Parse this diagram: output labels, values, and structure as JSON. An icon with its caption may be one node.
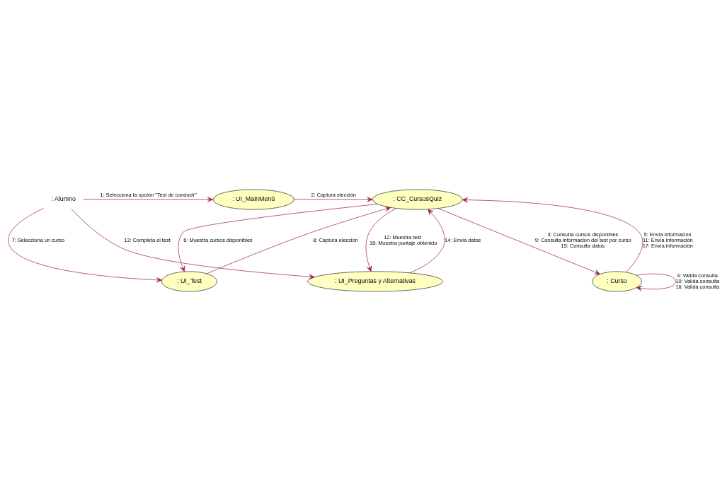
{
  "diagram": {
    "nodes": [
      {
        "text": [
          ": Alumno"
        ]
      },
      {
        "text": [
          ": UI_MainMenú"
        ]
      },
      {
        "text": [
          ": CC_CursosQuiz"
        ]
      },
      {
        "text": [
          ": Curso"
        ]
      },
      {
        "text": [
          ": UI_Test"
        ]
      },
      {
        "text": [
          ": UI_Preguntas y Alternativas"
        ]
      }
    ],
    "edges": [
      {
        "from": 0,
        "to": 1,
        "arrow": "to",
        "label": "1: Selecciona la opción \"Test de conducir\""
      },
      {
        "from": 1,
        "to": 2,
        "arrow": "to",
        "label": "2: Captura elección"
      },
      {
        "from": 2,
        "to": 3,
        "arrow": "to",
        "label": "3: Consulta cursos disponibles 9: Consulta información del test por curso 15: Consulta datos"
      },
      {
        "from": 3,
        "to": 3,
        "arrow": "to",
        "label": "4: Valida consulta 10: Valida consulta 16: Valida consulta"
      },
      {
        "from": 3,
        "to": 2,
        "arrow": "to",
        "label": "5: Envía información 11: Envía información 17: Envía información"
      },
      {
        "from": 2,
        "to": 4,
        "arrow": "to",
        "label": "6: Muestra cursos disponibles"
      },
      {
        "from": 0,
        "to": 4,
        "arrow": "to",
        "label": "7: Selecciona un curso"
      },
      {
        "from": 4,
        "to": 2,
        "arrow": "to",
        "label": "8: Captura elección"
      },
      {
        "from": 2,
        "to": 5,
        "arrow": "to",
        "label": "12: Muestra test 18: Muestra puntaje obtenido"
      },
      {
        "from": 0,
        "to": 5,
        "arrow": "to",
        "label": "13: Completa el test"
      },
      {
        "from": 5,
        "to": 2,
        "arrow": "to",
        "label": "14: Envía datos"
      }
    ]
  }
}
